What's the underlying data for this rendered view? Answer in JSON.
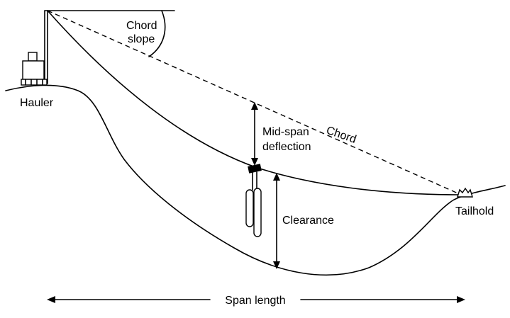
{
  "labels": {
    "chord_slope_line1": "Chord",
    "chord_slope_line2": "slope",
    "hauler": "Hauler",
    "chord": "Chord",
    "mid_span_line1": "Mid-span",
    "mid_span_line2": "deflection",
    "clearance": "Clearance",
    "tailhold": "Tailhold",
    "span_length": "Span length"
  },
  "colors": {
    "ink": "#000000",
    "background": "#ffffff"
  }
}
